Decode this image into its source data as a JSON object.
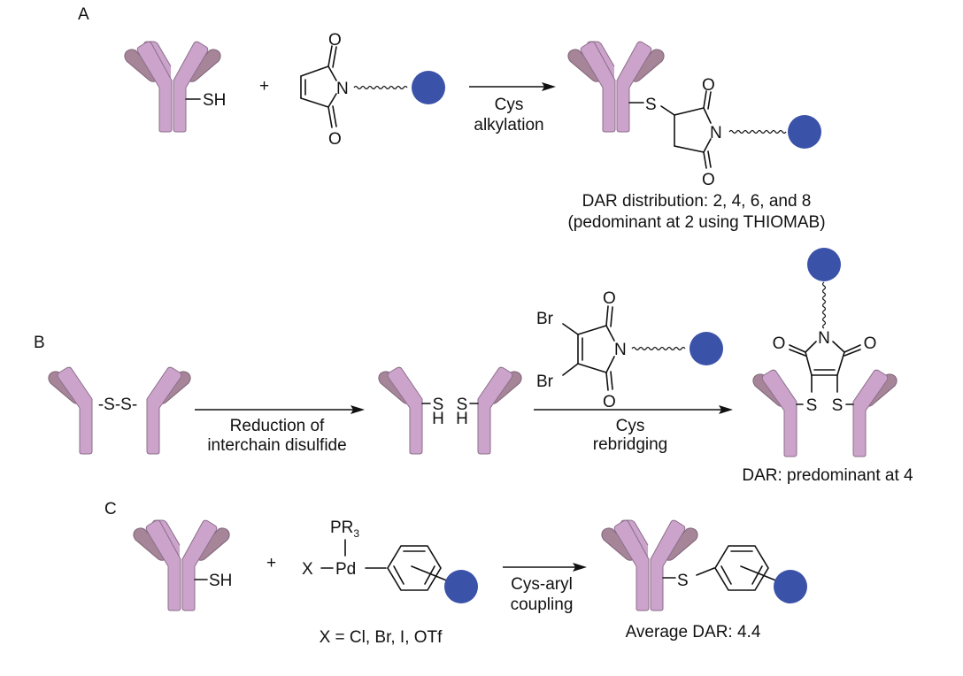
{
  "figure": {
    "panels": [
      {
        "id": "A",
        "label": "A",
        "reagent_atoms": {
          "o1": "O",
          "o2": "O",
          "n": "N"
        },
        "reactant_thiol": "SH",
        "plus": "+",
        "condition": [
          "Cys",
          "alkylation"
        ],
        "product_atoms": {
          "s": "S",
          "o1": "O",
          "o2": "O",
          "n": "N"
        },
        "caption": [
          "DAR distribution: 2, 4, 6, and 8",
          "(pedominant at 2 using THIOMAB)"
        ]
      },
      {
        "id": "B",
        "label": "B",
        "start_bridge": "-S-S-",
        "step1_condition": [
          "Reduction of",
          "interchain disulfide"
        ],
        "intermediate_atoms": {
          "s1": "S",
          "h1": "H",
          "s2": "S",
          "h2": "H"
        },
        "reagent_atoms": {
          "br1": "Br",
          "br2": "Br",
          "o1": "O",
          "o2": "O",
          "n": "N"
        },
        "step2_condition": [
          "Cys",
          "rebridging"
        ],
        "product_atoms": {
          "o1": "O",
          "o2": "O",
          "n": "N",
          "s1": "S",
          "s2": "S"
        },
        "caption": "DAR: predominant at 4"
      },
      {
        "id": "C",
        "label": "C",
        "reactant_thiol": "SH",
        "plus": "+",
        "reagent_atoms": {
          "pr3": "PR",
          "pr3_sub": "3",
          "x": "X",
          "pd": "Pd"
        },
        "reagent_note": "X = Cl, Br, I, OTf",
        "condition": [
          "Cys-aryl",
          "coupling"
        ],
        "product_atoms": {
          "s": "S"
        },
        "caption": "Average DAR: 4.4"
      }
    ],
    "colors": {
      "heavy_chain": "#cba3cb",
      "light_chain": "#a68599",
      "payload": "#3a52a8",
      "ink": "#111111"
    }
  }
}
